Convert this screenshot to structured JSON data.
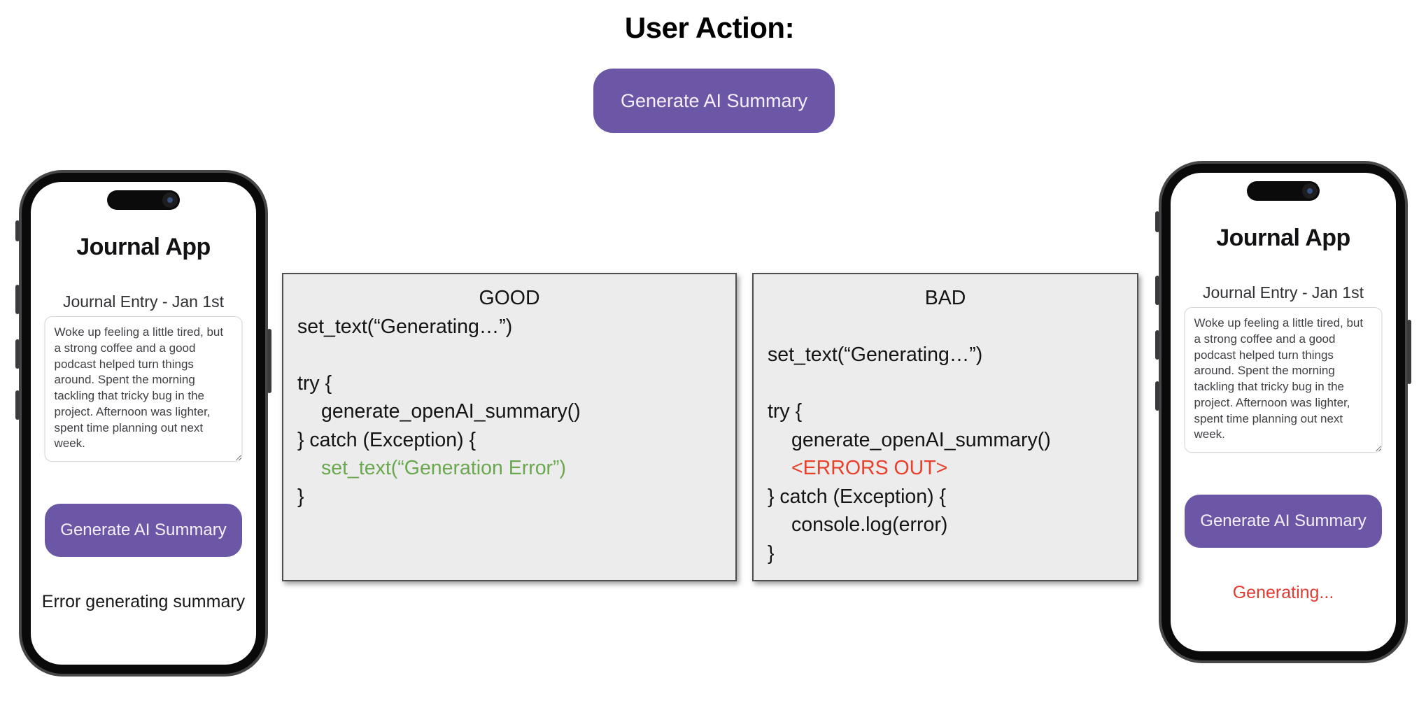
{
  "header": {
    "title": "User Action:",
    "button_label": "Generate AI Summary"
  },
  "colors": {
    "purple": "#6C57A6",
    "green": "#6aa84f",
    "red": "#e8402a",
    "redStatus": "#e23b31",
    "boxBg": "#ececec",
    "boxBorder": "#4f4f4f"
  },
  "good_box": {
    "title": "GOOD",
    "lines": [
      {
        "text": "set_text(“Generating…”)"
      },
      {
        "text": ""
      },
      {
        "text": "try {"
      },
      {
        "text": "generate_openAI_summary()",
        "indent": true
      },
      {
        "text": "} catch (Exception) {"
      },
      {
        "text": "set_text(“Generation Error”)",
        "indent": true,
        "tone": "green"
      },
      {
        "text": "}"
      }
    ]
  },
  "bad_box": {
    "title": "BAD",
    "lines": [
      {
        "text": ""
      },
      {
        "text": "set_text(“Generating…”)"
      },
      {
        "text": ""
      },
      {
        "text": "try {"
      },
      {
        "text": "generate_openAI_summary()",
        "indent": true
      },
      {
        "text": "<ERRORS OUT>",
        "indent": true,
        "tone": "red"
      },
      {
        "text": "} catch (Exception) {"
      },
      {
        "text": "console.log(error)",
        "indent": true
      },
      {
        "text": "}"
      }
    ]
  },
  "phones": {
    "left": {
      "app_title": "Journal App",
      "entry_label": "Journal Entry - Jan 1st",
      "entry_text": "Woke up feeling a little tired, but a strong coffee and a good podcast helped turn things around. Spent the morning tackling that tricky bug in the project. Afternoon was lighter, spent time planning out next week.",
      "button_label": "Generate AI Summary",
      "status_text": "Error generating summary"
    },
    "right": {
      "app_title": "Journal App",
      "entry_label": "Journal Entry - Jan 1st",
      "entry_text": "Woke up feeling a little tired, but a strong coffee and a good podcast helped turn things around. Spent the morning tackling that tricky bug in the project. Afternoon was lighter, spent time planning out next week.",
      "button_label": "Generate AI Summary",
      "status_text": "Generating..."
    }
  }
}
